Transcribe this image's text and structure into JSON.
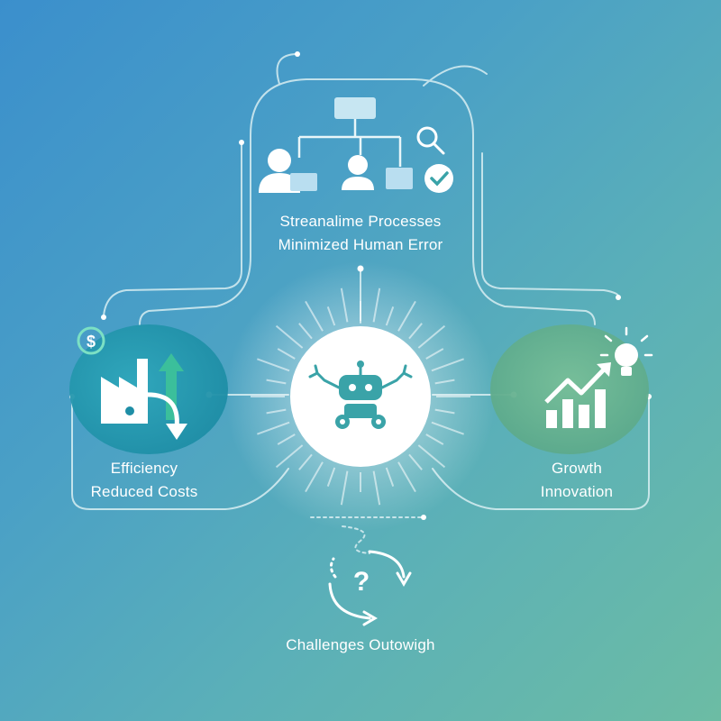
{
  "top_node": {
    "line1": "Streanalime Processes",
    "line2": "Minimized Human Error",
    "icons": [
      "org-chart-icon",
      "user-icon",
      "search-icon",
      "checkmark-icon"
    ]
  },
  "left_node": {
    "line1": "Efficiency",
    "line2": "Reduced Costs",
    "icons": [
      "dollar-icon",
      "factory-icon",
      "gear-icon",
      "arrow-up-icon",
      "arrow-down-icon"
    ]
  },
  "right_node": {
    "line1": "Growth",
    "line2": "Innovation",
    "icons": [
      "lightbulb-icon",
      "bar-chart-icon",
      "trend-up-icon"
    ]
  },
  "center_node": {
    "icon": "robot-icon"
  },
  "bottom_node": {
    "label": "Challenges Outowigh",
    "icons": [
      "question-icon",
      "cycle-arrows-icon"
    ]
  },
  "colors": {
    "background_start": "#3b8fcc",
    "background_end": "#6cbca4",
    "left_circle": "#2a9bb0",
    "right_circle": "#6cb592",
    "robot": "#3aa3a8",
    "line": "#d8eef2"
  }
}
